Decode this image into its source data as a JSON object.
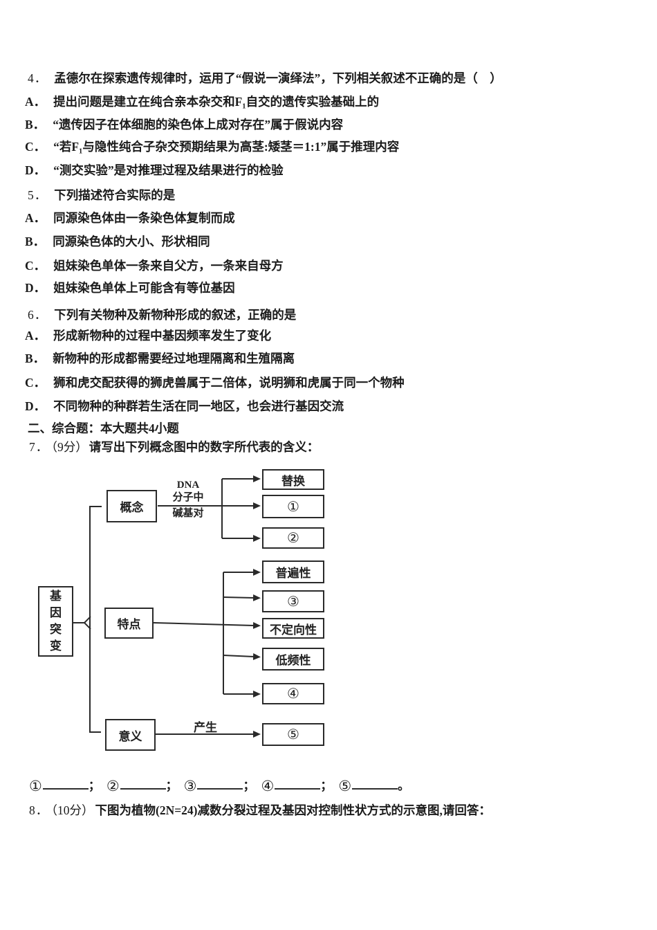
{
  "doc": {
    "questions": [
      {
        "num": "4．",
        "stem": "孟德尔在探索遗传规律时，运用了“假说一演绎法”，下列相关叙述不正确的是（　）",
        "options": [
          {
            "label": "A．",
            "text": "提出问题是建立在纯合亲本杂交和F₁自交的遗传实验基础上的"
          },
          {
            "label": "B．",
            "text": "“遗传因子在体细胞的染色体上成对存在”属于假说内容"
          },
          {
            "label": "C．",
            "text": "“若F₁与隐性纯合子杂交预期结果为高茎:矮茎＝1:1”属于推理内容"
          },
          {
            "label": "D．",
            "text": "“测交实验”是对推理过程及结果进行的检验"
          }
        ]
      },
      {
        "num": "5．",
        "stem": "下列描述符合实际的是",
        "options": [
          {
            "label": "A．",
            "text": "同源染色体由一条染色体复制而成"
          },
          {
            "label": "B．",
            "text": "同源染色体的大小、形状相同"
          },
          {
            "label": "C．",
            "text": "姐妹染色单体一条来自父方，一条来自母方"
          },
          {
            "label": "D．",
            "text": "姐妹染色单体上可能含有等位基因"
          }
        ]
      },
      {
        "num": "6．",
        "stem": "下列有关物种及新物种形成的叙述，正确的是",
        "options": [
          {
            "label": "A．",
            "text": "形成新物种的过程中基因频率发生了变化"
          },
          {
            "label": "B．",
            "text": "新物种的形成都需要经过地理隔离和生殖隔离"
          },
          {
            "label": "C．",
            "text": "狮和虎交配获得的狮虎兽属于二倍体，说明狮和虎属于同一个物种"
          },
          {
            "label": "D．",
            "text": "不同物种的种群若生活在同一地区，也会进行基因交流"
          }
        ]
      }
    ],
    "section_header": "二、综合题：本大题共4小题",
    "q7": {
      "num": "7．",
      "score": "（9分）",
      "stem": "请写出下列概念图中的数字所代表的含义："
    },
    "q8": {
      "num": "8．",
      "score": "（10分）",
      "stem": "下图为植物(2N=24)减数分裂过程及基因对控制性状方式的示意图,请回答："
    },
    "diagram": {
      "root": "基因突变",
      "branches": {
        "concept": "概念",
        "features": "特点",
        "meaning": "意义"
      },
      "edge_labels": {
        "dna1": "DNA",
        "dna2": "分子中",
        "dna3": "碱基对",
        "produce": "产生"
      },
      "leaves": {
        "substitution": "替换",
        "n1": "①",
        "n2": "②",
        "universality": "普遍性",
        "n3": "③",
        "nondirectional": "不定向性",
        "lowfrequency": "低频性",
        "n4": "④",
        "n5": "⑤"
      }
    },
    "fill_line": {
      "items": [
        {
          "label": "①",
          "after": "；"
        },
        {
          "label": "②",
          "after": "；"
        },
        {
          "label": "③",
          "after": "；"
        },
        {
          "label": "④",
          "after": "；"
        },
        {
          "label": "⑤",
          "after": "。"
        }
      ]
    }
  }
}
